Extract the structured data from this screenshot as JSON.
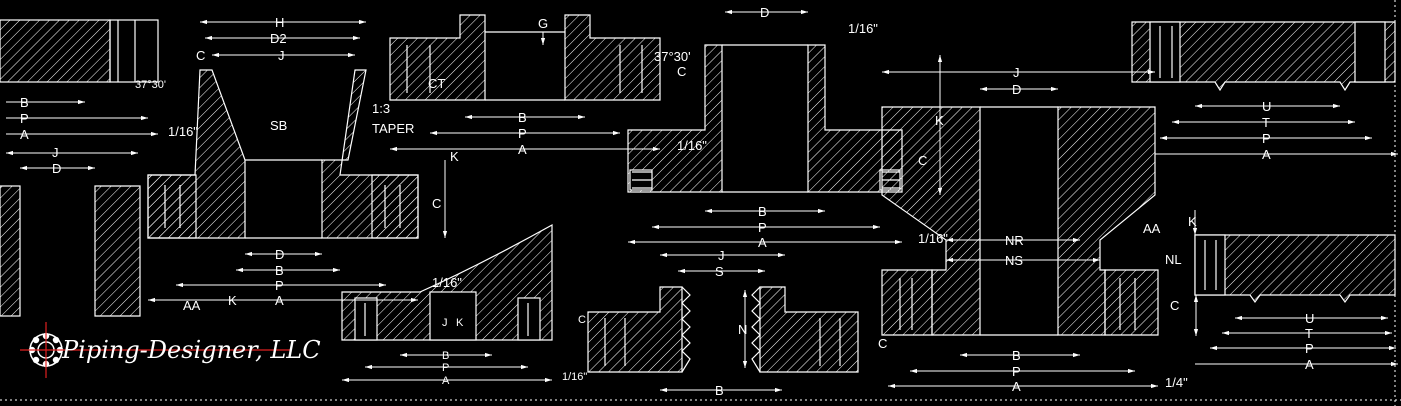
{
  "logo": {
    "text": "Piping-Designer, LLC",
    "mark": "flange-bolt-circle-icon"
  },
  "labels": {
    "H": "H",
    "D2": "D2",
    "J": "J",
    "C": "C",
    "ang1": "37°30'",
    "B": "B",
    "P": "P",
    "A": "A",
    "D": "D",
    "SB": "SB",
    "sixteenth": "1/16\"",
    "taper_ratio": "1:3",
    "taper": "TAPER",
    "K": "K",
    "AA": "AA",
    "G": "G",
    "CT": "CT",
    "ang2": "37°30'",
    "S": "S",
    "N": "N",
    "NR": "NR",
    "NS": "NS",
    "NL": "NL",
    "U": "U",
    "T": "T",
    "quarter": "1/4\""
  }
}
